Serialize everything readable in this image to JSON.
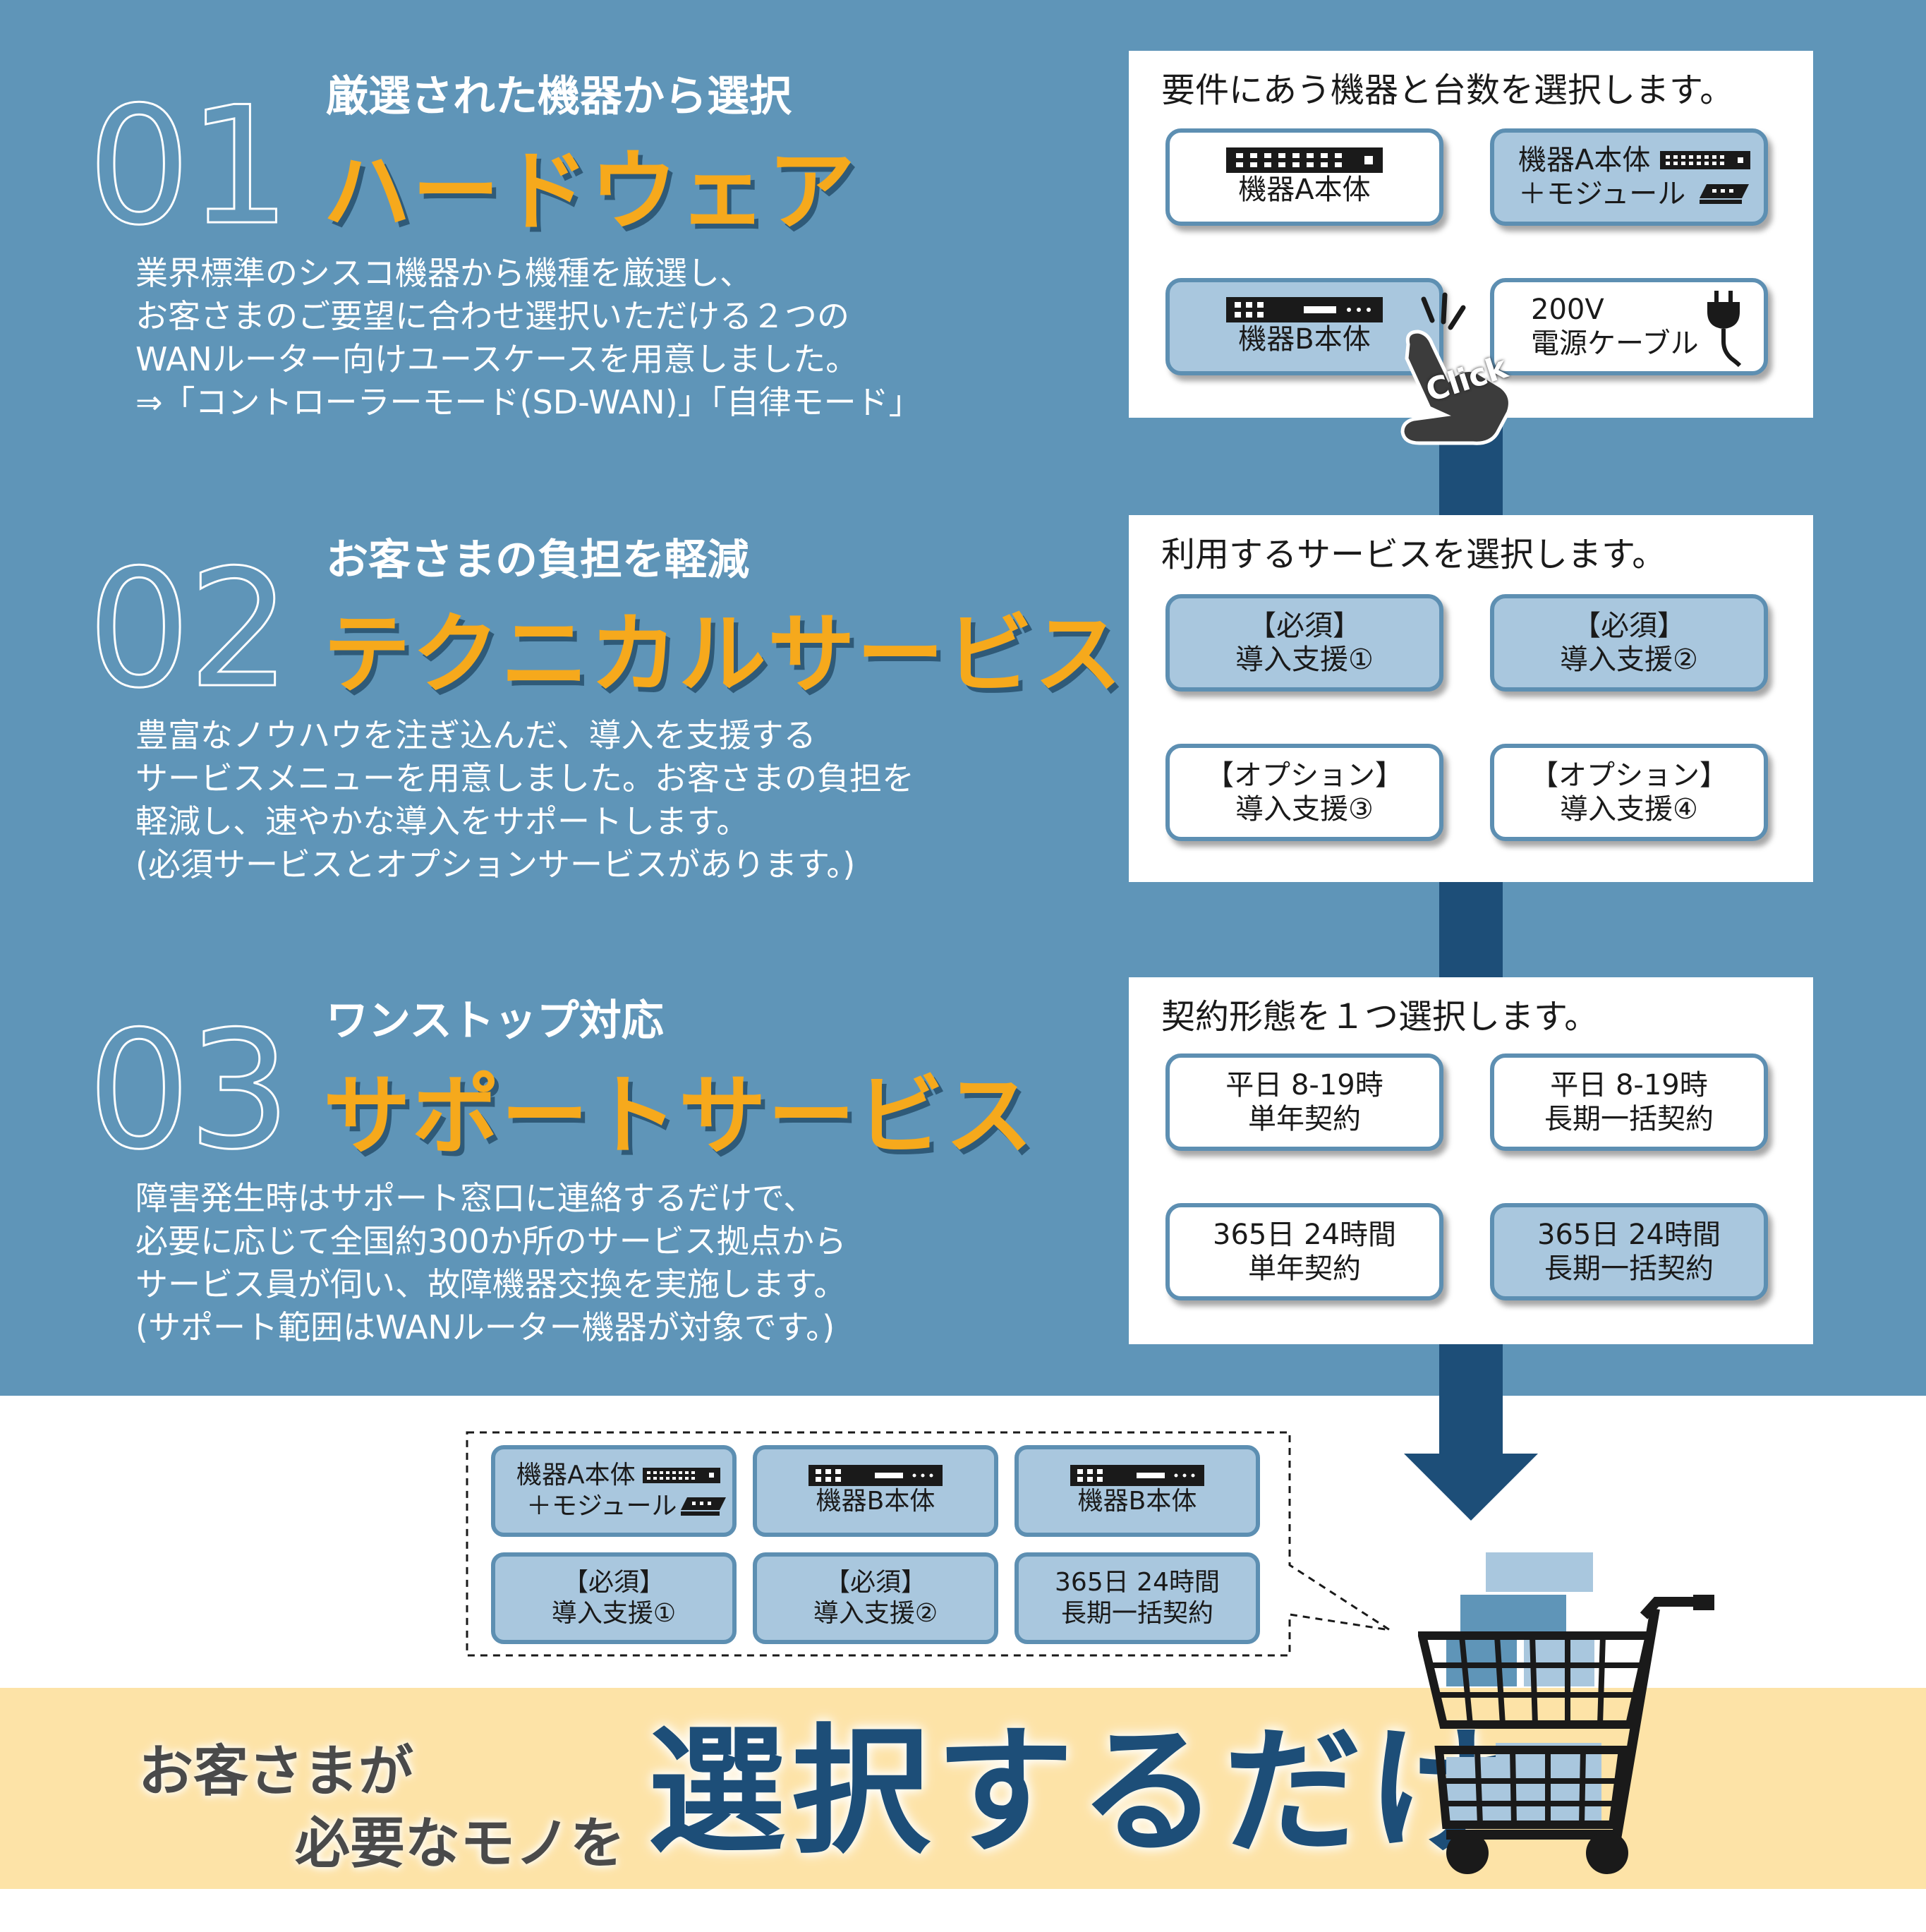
{
  "sections": [
    {
      "number": "01",
      "subtitle": "厳選された機器から選択",
      "title": "ハードウェア",
      "body": [
        "業界標準のシスコ機器から機種を厳選し、",
        "お客さまのご要望に合わせ選択いただける２つの",
        "WANルーター向けユースケースを用意しました。",
        "⇒「コントローラーモード(SD-WAN)」「自律モード」"
      ]
    },
    {
      "number": "02",
      "subtitle": "お客さまの負担を軽減",
      "title": "テクニカルサービス",
      "body": [
        "豊富なノウハウを注ぎ込んだ、導入を支援する",
        "サービスメニューを用意しました。お客さまの負担を",
        "軽減し、速やかな導入をサポートします。",
        "(必須サービスとオプションサービスがあります。)"
      ]
    },
    {
      "number": "03",
      "subtitle": "ワンストップ対応",
      "title": "サポートサービス",
      "body": [
        "障害発生時はサポート窓口に連絡するだけで、",
        "必要に応じて全国約300か所のサービス拠点から",
        "サービス員が伺い、故障機器交換を実施します。",
        "(サポート範囲はWANルーター機器が対象です。)"
      ]
    }
  ],
  "panels": [
    {
      "heading": "要件にあう機器と台数を選択します。",
      "options": [
        {
          "lines": [
            "機器A本体"
          ],
          "selected": false,
          "icon": "switch-device-icon"
        },
        {
          "lines": [
            "機器A本体",
            "＋モジュール"
          ],
          "selected": true,
          "icon": "switch-device-icon"
        },
        {
          "lines": [
            "機器B本体"
          ],
          "selected": true,
          "icon": "router-device-icon"
        },
        {
          "lines": [
            "200V",
            "電源ケーブル"
          ],
          "selected": false,
          "icon": "power-plug-icon"
        }
      ],
      "click_label": "Click"
    },
    {
      "heading": "利用するサービスを選択します。",
      "options": [
        {
          "lines": [
            "【必須】",
            "導入支援①"
          ],
          "selected": true
        },
        {
          "lines": [
            "【必須】",
            "導入支援②"
          ],
          "selected": true
        },
        {
          "lines": [
            "【オプション】",
            "導入支援③"
          ],
          "selected": false
        },
        {
          "lines": [
            "【オプション】",
            "導入支援④"
          ],
          "selected": false
        }
      ]
    },
    {
      "heading": "契約形態を１つ選択します。",
      "options": [
        {
          "lines": [
            "平日 8-19時",
            "単年契約"
          ],
          "selected": false
        },
        {
          "lines": [
            "平日 8-19時",
            "長期一括契約"
          ],
          "selected": false
        },
        {
          "lines": [
            "365日 24時間",
            "単年契約"
          ],
          "selected": false
        },
        {
          "lines": [
            "365日 24時間",
            "長期一括契約"
          ],
          "selected": true
        }
      ]
    }
  ],
  "cart_items": [
    {
      "lines": [
        "機器A本体",
        "＋モジュール"
      ]
    },
    {
      "lines": [
        "機器B本体"
      ]
    },
    {
      "lines": [
        "機器B本体"
      ]
    },
    {
      "lines": [
        "【必須】",
        "導入支援①"
      ]
    },
    {
      "lines": [
        "【必須】",
        "導入支援②"
      ]
    },
    {
      "lines": [
        "365日 24時間",
        "長期一括契約"
      ]
    }
  ],
  "banner": {
    "line1": "お客さまが",
    "line2": "必要なモノを",
    "emphasis": "選択するだけ"
  },
  "colors": {
    "background_blue": "#5f95b8",
    "accent_orange": "#f6a91c",
    "navy": "#1d4e78",
    "selected_fill": "#a9c7de",
    "banner_fill": "#fde3a7"
  }
}
